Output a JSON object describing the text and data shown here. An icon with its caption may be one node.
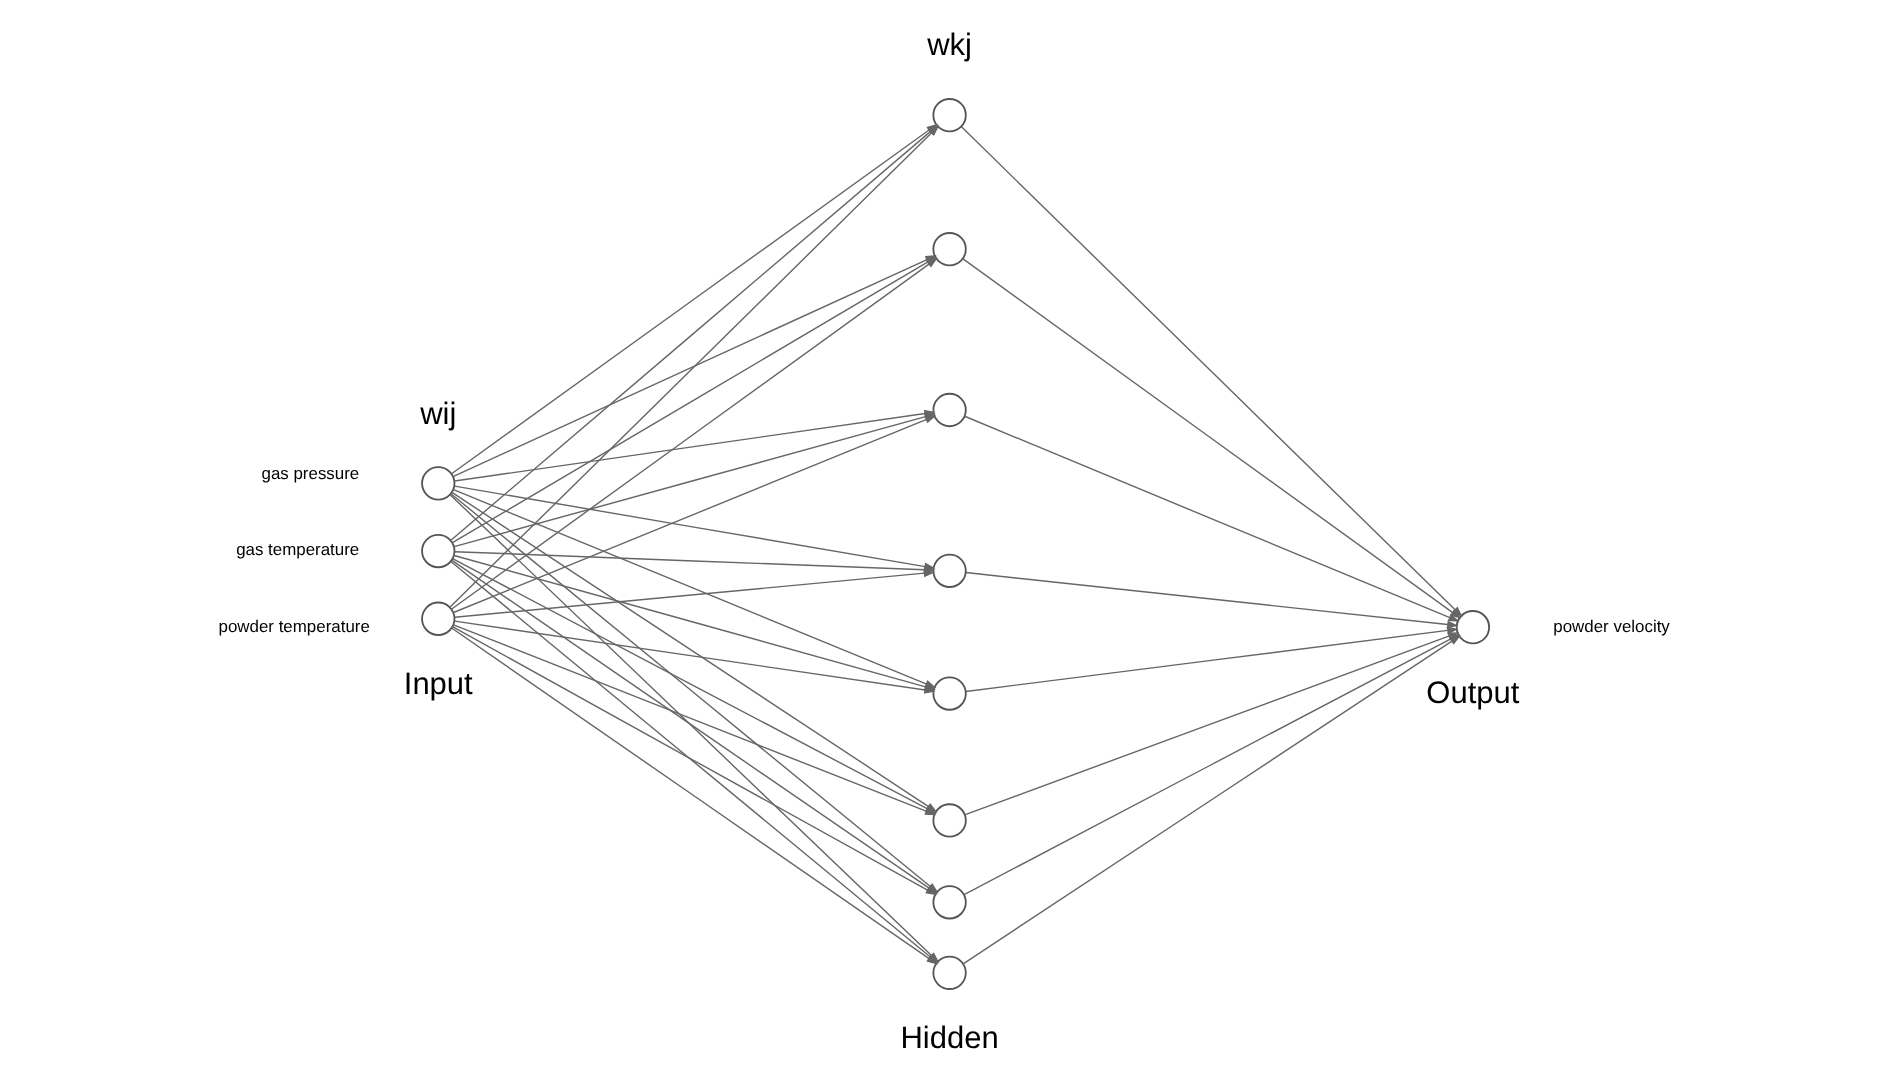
{
  "diagram": {
    "nodes": [
      {
        "text": [],
        "shape": "circle",
        "beside": [
          "gas pressure"
        ]
      },
      {
        "text": [],
        "shape": "circle",
        "beside": [
          "gas temperature"
        ]
      },
      {
        "text": [],
        "shape": "circle",
        "beside": [
          "powder temperature"
        ]
      },
      {
        "text": [],
        "shape": "circle"
      },
      {
        "text": [],
        "shape": "circle"
      },
      {
        "text": [],
        "shape": "circle"
      },
      {
        "text": [],
        "shape": "circle"
      },
      {
        "text": [],
        "shape": "circle"
      },
      {
        "text": [],
        "shape": "circle"
      },
      {
        "text": [],
        "shape": "circle"
      },
      {
        "text": [],
        "shape": "circle"
      },
      {
        "text": [],
        "shape": "circle",
        "beside": [
          "powder velocity"
        ]
      }
    ],
    "edges": [
      {
        "from": 0,
        "to": 3,
        "arrow": "to"
      },
      {
        "from": 0,
        "to": 4,
        "arrow": "to"
      },
      {
        "from": 0,
        "to": 5,
        "arrow": "to"
      },
      {
        "from": 0,
        "to": 6,
        "arrow": "to"
      },
      {
        "from": 0,
        "to": 7,
        "arrow": "to"
      },
      {
        "from": 0,
        "to": 8,
        "arrow": "to"
      },
      {
        "from": 0,
        "to": 9,
        "arrow": "to"
      },
      {
        "from": 0,
        "to": 10,
        "arrow": "to"
      },
      {
        "from": 1,
        "to": 3,
        "arrow": "to"
      },
      {
        "from": 1,
        "to": 4,
        "arrow": "to"
      },
      {
        "from": 1,
        "to": 5,
        "arrow": "to"
      },
      {
        "from": 1,
        "to": 6,
        "arrow": "to"
      },
      {
        "from": 1,
        "to": 7,
        "arrow": "to"
      },
      {
        "from": 1,
        "to": 8,
        "arrow": "to"
      },
      {
        "from": 1,
        "to": 9,
        "arrow": "to"
      },
      {
        "from": 1,
        "to": 10,
        "arrow": "to"
      },
      {
        "from": 2,
        "to": 3,
        "arrow": "to"
      },
      {
        "from": 2,
        "to": 4,
        "arrow": "to"
      },
      {
        "from": 2,
        "to": 5,
        "arrow": "to"
      },
      {
        "from": 2,
        "to": 6,
        "arrow": "to"
      },
      {
        "from": 2,
        "to": 7,
        "arrow": "to"
      },
      {
        "from": 2,
        "to": 8,
        "arrow": "to"
      },
      {
        "from": 2,
        "to": 9,
        "arrow": "to"
      },
      {
        "from": 2,
        "to": 10,
        "arrow": "to"
      },
      {
        "from": 3,
        "to": 11,
        "arrow": "to"
      },
      {
        "from": 4,
        "to": 11,
        "arrow": "to"
      },
      {
        "from": 5,
        "to": 11,
        "arrow": "to"
      },
      {
        "from": 6,
        "to": 11,
        "arrow": "to"
      },
      {
        "from": 7,
        "to": 11,
        "arrow": "to"
      },
      {
        "from": 8,
        "to": 11,
        "arrow": "to"
      },
      {
        "from": 9,
        "to": 11,
        "arrow": "to"
      },
      {
        "from": 10,
        "to": 11,
        "arrow": "to"
      }
    ],
    "labels": [
      "wij",
      "wkj",
      "Input",
      "Hidden",
      "Output"
    ]
  }
}
